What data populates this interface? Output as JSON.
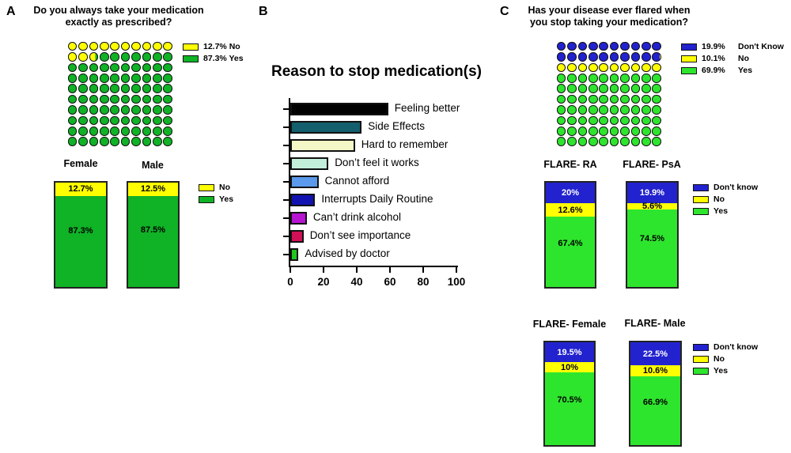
{
  "panels": {
    "a": {
      "letter": "A",
      "title": [
        "Do you always take your medication",
        "exactly as prescribed?"
      ]
    },
    "b": {
      "letter": "B",
      "title": "Reason to stop medication(s)"
    },
    "c": {
      "letter": "C",
      "title": [
        "Has your disease ever flared when",
        "you stop taking your medication?"
      ]
    }
  },
  "chart_data": [
    {
      "id": "A_waffle",
      "type": "waffle",
      "grid": "10x10",
      "title": "Do you always take your medication exactly as prescribed?",
      "series": [
        {
          "name": "No",
          "pct": 12.7,
          "color": "#FFFF00"
        },
        {
          "name": "Yes",
          "pct": 87.3,
          "color": "#10B226"
        }
      ],
      "legend": [
        "12.7% No",
        "87.3% Yes"
      ]
    },
    {
      "id": "A_stacked_bars",
      "type": "stacked-bar",
      "categories": [
        "Female",
        "Male"
      ],
      "series": [
        {
          "name": "No",
          "color": "#FFFF00",
          "values": [
            12.7,
            12.5
          ]
        },
        {
          "name": "Yes",
          "color": "#10B226",
          "values": [
            87.3,
            87.5
          ]
        }
      ],
      "value_labels": [
        [
          "12.7%",
          "87.3%"
        ],
        [
          "12.5%",
          "87.5%"
        ]
      ],
      "legend": [
        "No",
        "Yes"
      ],
      "ylim": [
        0,
        100
      ]
    },
    {
      "id": "B_bars",
      "type": "bar",
      "orientation": "horizontal",
      "title": "Reason to stop medication(s)",
      "categories": [
        "Feeling better",
        "Side Effects",
        "Hard to remember",
        "Don’t feel it works",
        "Cannot afford",
        "Interrupts Daily Routine",
        "Can’t drink alcohol",
        "Don’t see importance",
        "Advised by doctor"
      ],
      "values": [
        58,
        42,
        38,
        22,
        16,
        14,
        9,
        7,
        4
      ],
      "colors": [
        "#000000",
        "#145F6E",
        "#F4F8C6",
        "#C2EEDA",
        "#5A99EC",
        "#1212B0",
        "#B614D2",
        "#D01158",
        "#1FC723"
      ],
      "xlim": [
        0,
        100
      ],
      "xticks": [
        0,
        20,
        40,
        60,
        80,
        100
      ]
    },
    {
      "id": "C_waffle",
      "type": "waffle",
      "grid": "10x10",
      "title": "Has your disease ever flared when you stop taking your medication?",
      "series": [
        {
          "name": "Don't Know",
          "pct": 19.9,
          "color": "#2222CF"
        },
        {
          "name": "No",
          "pct": 10.1,
          "color": "#FFFF00"
        },
        {
          "name": "Yes",
          "pct": 69.9,
          "color": "#2EE52E"
        }
      ],
      "legend": [
        {
          "pct": "19.9%",
          "label": "Don't Know"
        },
        {
          "pct": "10.1%",
          "label": "No"
        },
        {
          "pct": "69.9%",
          "label": "Yes"
        }
      ]
    },
    {
      "id": "C_stacked_bars_diagnosis",
      "type": "stacked-bar",
      "categories": [
        "FLARE- RA",
        "FLARE- PsA"
      ],
      "series": [
        {
          "name": "Don't know",
          "color": "#2222CF",
          "values": [
            20,
            19.9
          ]
        },
        {
          "name": "No",
          "color": "#FFFF00",
          "values": [
            12.6,
            5.6
          ]
        },
        {
          "name": "Yes",
          "color": "#2EE52E",
          "values": [
            67.4,
            74.5
          ]
        }
      ],
      "value_labels": [
        [
          "20%",
          "12.6%",
          "67.4%"
        ],
        [
          "19.9%",
          "5.6%",
          "74.5%"
        ]
      ],
      "legend": [
        "Don't know",
        "No",
        "Yes"
      ],
      "ylim": [
        0,
        100
      ]
    },
    {
      "id": "C_stacked_bars_sex",
      "type": "stacked-bar",
      "categories": [
        "FLARE- Female",
        "FLARE- Male"
      ],
      "series": [
        {
          "name": "Don't know",
          "color": "#2222CF",
          "values": [
            19.5,
            22.5
          ]
        },
        {
          "name": "No",
          "color": "#FFFF00",
          "values": [
            10,
            10.6
          ]
        },
        {
          "name": "Yes",
          "color": "#2EE52E",
          "values": [
            70.5,
            66.9
          ]
        }
      ],
      "value_labels": [
        [
          "19.5%",
          "10%",
          "70.5%"
        ],
        [
          "22.5%",
          "10.6%",
          "66.9%"
        ]
      ],
      "legend": [
        "Don't know",
        "No",
        "Yes"
      ],
      "ylim": [
        0,
        100
      ]
    }
  ]
}
